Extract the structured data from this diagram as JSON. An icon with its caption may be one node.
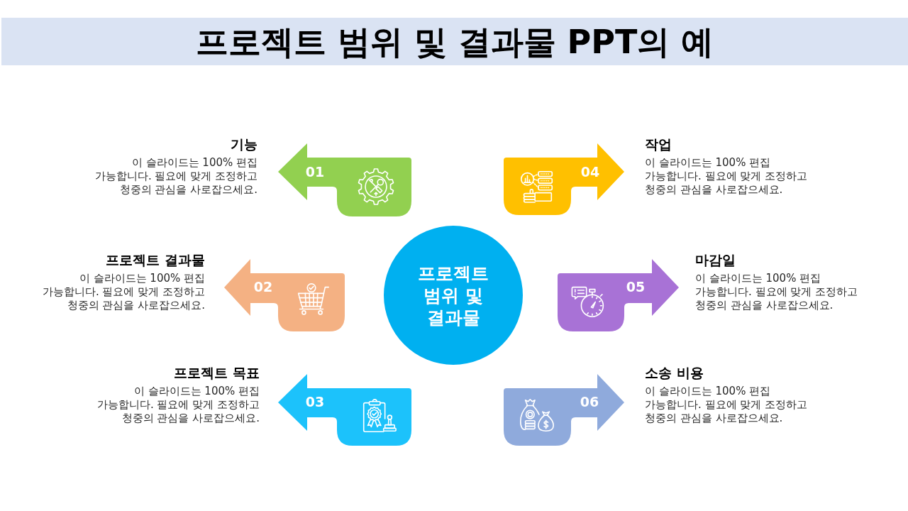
{
  "diagram": {
    "title": "프로젝트 범위 및 결과물 PPT의 예",
    "nodes": [
      {
        "text": [
          "프로젝트 범위 및 결과물"
        ]
      },
      {
        "text": [
          "01"
        ],
        "beside": [
          "기능",
          "이 슬라이드는 100% 편집 가능합니다. 필요에 맞게 조정하고 청중의 관심을 사로잡으세요."
        ]
      },
      {
        "text": [
          "02"
        ],
        "beside": [
          "프로젝트 결과물",
          "이 슬라이드는 100% 편집 가능합니다. 필요에 맞게 조정하고 청중의 관심을 사로잡으세요."
        ]
      },
      {
        "text": [
          "03"
        ],
        "beside": [
          "프로젝트 목표",
          "이 슬라이드는 100% 편집 가능합니다. 필요에 맞게 조정하고 청중의 관심을 사로잡으세요."
        ]
      },
      {
        "text": [
          "04"
        ],
        "beside": [
          "작업",
          "이 슬라이드는 100% 편집 가능합니다. 필요에 맞게 조정하고 청중의 관심을 사로잡으세요."
        ]
      },
      {
        "text": [
          "05"
        ],
        "beside": [
          "마감일",
          "이 슬라이드는 100% 편집 가능합니다. 필요에 맞게 조정하고 청중의 관심을 사로잡으세요."
        ]
      },
      {
        "text": [
          "06"
        ],
        "beside": [
          "소송 비용",
          "이 슬라이드는 100% 편집 가능합니다. 필요에 맞게 조정하고 청중의 관심을 사로잡으세요."
        ]
      }
    ]
  }
}
